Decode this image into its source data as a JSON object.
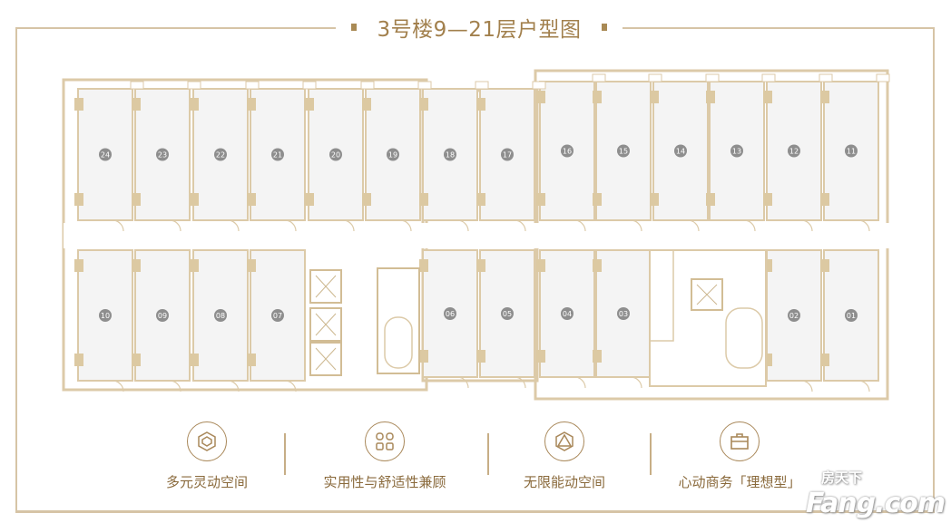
{
  "title": "3号楼9—21层户型图",
  "units_top": [
    "24",
    "23",
    "22",
    "21",
    "20",
    "19",
    "18",
    "17",
    "16",
    "15",
    "14",
    "13",
    "12",
    "11"
  ],
  "units_bottom_left": [
    "10",
    "09",
    "08",
    "07"
  ],
  "units_bottom_mid": [
    "06",
    "05",
    "04",
    "03"
  ],
  "units_bottom_right": [
    "02",
    "01"
  ],
  "features": [
    {
      "icon": "cube-shield-icon",
      "label": "多元灵动空间"
    },
    {
      "icon": "grid-four-icon",
      "label": "实用性与舒适性兼顾"
    },
    {
      "icon": "polyhedron-icon",
      "label": "无限能动空间"
    },
    {
      "icon": "briefcase-icon",
      "label": "心动商务「理想型」"
    }
  ],
  "watermark": {
    "brand": "Fang.com",
    "cn": "房天下"
  },
  "colors": {
    "gold": "#a2804d",
    "line": "#dccaa8",
    "room": "#f4f4f4",
    "badge": "#8e8e8e"
  }
}
